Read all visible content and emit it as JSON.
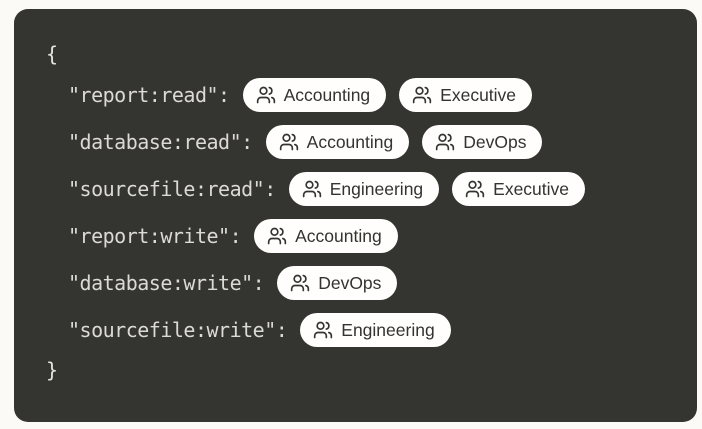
{
  "panel": {
    "open_brace": "{",
    "close_brace": "}",
    "background_color": "#343431",
    "page_background_color": "#fbfaf7",
    "code_text_color": "#dcdad4"
  },
  "badge_style": {
    "icon": "users-icon",
    "background_color": "#fffefc",
    "text_color": "#34332f"
  },
  "permissions": [
    {
      "key": "\"report:read\":",
      "teams": [
        "Accounting",
        "Executive"
      ]
    },
    {
      "key": "\"database:read\":",
      "teams": [
        "Accounting",
        "DevOps"
      ]
    },
    {
      "key": "\"sourcefile:read\":",
      "teams": [
        "Engineering",
        "Executive"
      ]
    },
    {
      "key": "\"report:write\":",
      "teams": [
        "Accounting"
      ]
    },
    {
      "key": "\"database:write\":",
      "teams": [
        "DevOps"
      ]
    },
    {
      "key": "\"sourcefile:write\":",
      "teams": [
        "Engineering"
      ]
    }
  ]
}
